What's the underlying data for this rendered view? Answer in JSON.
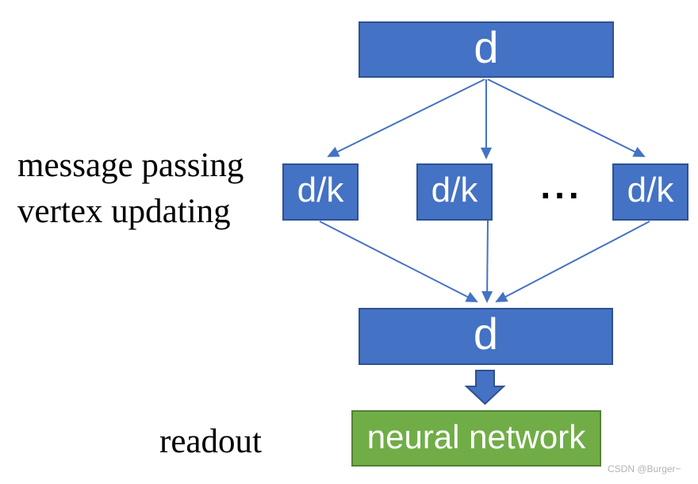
{
  "diagram": {
    "top_box": {
      "label": "d"
    },
    "middle_boxes": [
      {
        "label": "d/k"
      },
      {
        "label": "d/k"
      },
      {
        "label": "d/k"
      }
    ],
    "ellipsis": "...",
    "bottom_box": {
      "label": "d"
    },
    "output_box": {
      "label": "neural network"
    },
    "annotations": {
      "message_passing": "message passing",
      "vertex_updating": "vertex updating",
      "readout": "readout"
    },
    "watermark": "CSDN @Burger~",
    "colors": {
      "box_fill": "#4472c4",
      "box_border": "#2f528f",
      "arrow": "#4472c4",
      "output_fill": "#70ad47",
      "output_border": "#548235",
      "text_on_box": "#ffffff",
      "annotation_text": "#000000",
      "watermark_text": "#b3b3b3"
    }
  }
}
